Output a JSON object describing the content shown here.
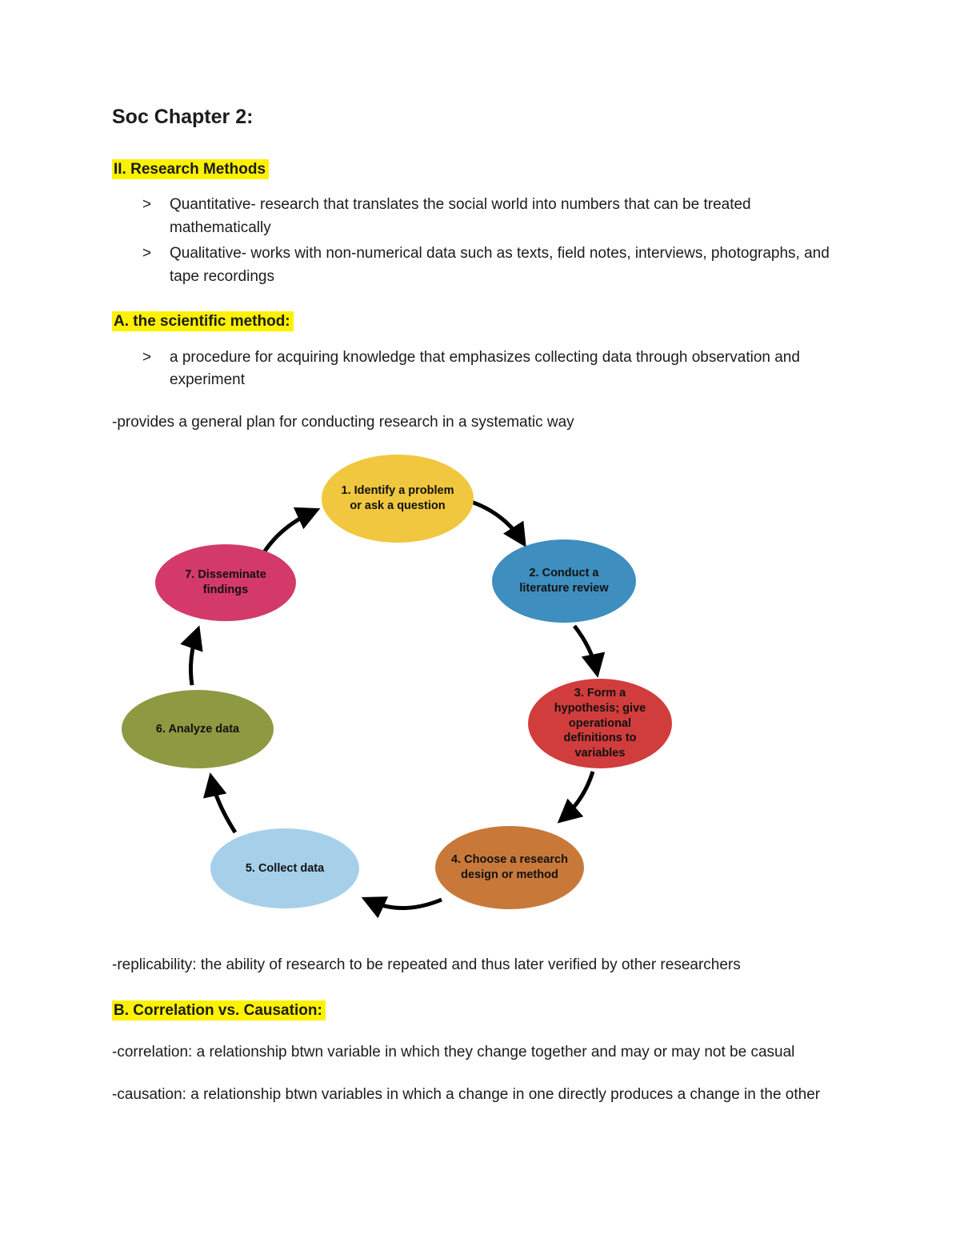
{
  "colors": {
    "highlight": "#fcf200",
    "arrow": "#000000"
  },
  "document": {
    "title": "Soc Chapter 2:",
    "bullet_marker": ">",
    "research_methods": {
      "heading": "II. Research Methods",
      "bullets": [
        "Quantitative- research that translates the social world into numbers that can be treated mathematically",
        "Qualitative- works with non-numerical data such as texts, field notes, interviews, photographs, and tape recordings"
      ]
    },
    "scientific_method": {
      "heading": "A. the scientific method:",
      "bullets": [
        "a procedure for acquiring knowledge that emphasizes collecting data through observation and experiment"
      ],
      "note": "-provides a general plan for conducting research in a systematic way"
    },
    "replicability": "-replicability: the ability of research to be repeated and thus later verified by other researchers",
    "correlation_causation": {
      "heading": "B. Correlation vs. Causation:",
      "correlation": "-correlation: a relationship btwn variable in which they change together and may or may not be casual",
      "causation": "-causation: a relationship btwn variables in which a change in one directly produces a change in the other"
    }
  },
  "diagram": {
    "type": "cycle",
    "nodes": [
      {
        "label": "1. Identify a problem or ask a question",
        "color": "#F0C73E"
      },
      {
        "label": "2. Conduct a literature review",
        "color": "#3E8EC0"
      },
      {
        "label": "3. Form a hypothesis; give operational definitions to variables",
        "color": "#D13C3C"
      },
      {
        "label": "4. Choose a research design or method",
        "color": "#C8793A"
      },
      {
        "label": "5. Collect data",
        "color": "#A6D0EA"
      },
      {
        "label": "6. Analyze data",
        "color": "#8D9A41"
      },
      {
        "label": "7. Disseminate findings",
        "color": "#D33A6A"
      }
    ]
  }
}
